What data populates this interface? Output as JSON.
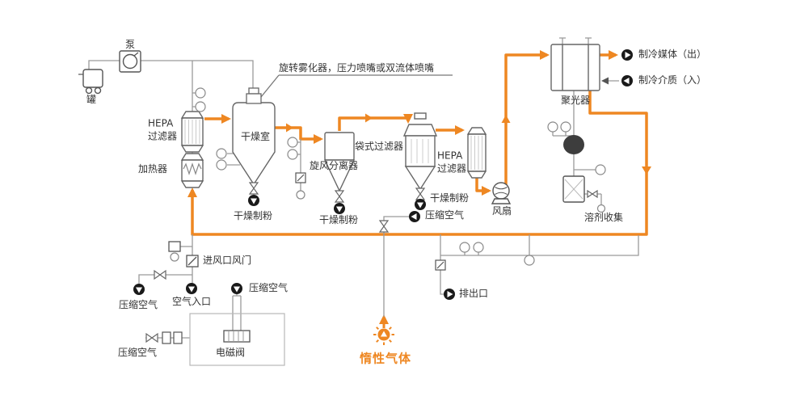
{
  "diagram": {
    "labels": {
      "pump": "泵",
      "tank": "罐",
      "atomizer_note": "旋转雾化器，压力喷嘴或双流体喷嘴",
      "hepa_filter_left": "HEPA\n过滤器",
      "heater": "加热器",
      "drying_chamber": "干燥室",
      "powder_chamber": "干燥制粉",
      "cyclone": "旋风分离器",
      "powder_cyclone": "干燥制粉",
      "bag_filter": "袋式过滤器",
      "powder_bag_filter": "干燥制粉",
      "hepa_filter_right": "HEPA\n过滤器",
      "fan": "风扇",
      "condenser": "聚光器",
      "refrigerant_out": "制冷媒体（出）",
      "refrigerant_in": "制冷介质（入）",
      "solvent_collection": "溶剂收集",
      "compressed_air_bag": "压缩空气",
      "discharge_outlet": "排出口",
      "compressed_air_solenoid": "压缩空气",
      "air_inlet": "空气入口",
      "inlet_damper": "进风口风门",
      "compressed_air_left": "压缩空气",
      "compressed_air_bottom": "压缩空气",
      "solenoid_valve": "电磁阀",
      "inert_gas": "惰性气体"
    },
    "colors": {
      "accent_orange": "#EE8722",
      "pipe_gray": "#9A9A9A",
      "equipment_gray": "#666666",
      "icon_black": "#1A1A1A",
      "text": "#333333"
    },
    "icons": {
      "pump-icon": "square with inner circle",
      "flow-direction-icon": "black circle with white arrow",
      "inert-gas-icon": "orange sunburst with white up arrow",
      "valve-icon": "bowtie triangles",
      "damper-valve-icon": "square with blade line",
      "gauge-icon": "small circle instrument"
    }
  }
}
